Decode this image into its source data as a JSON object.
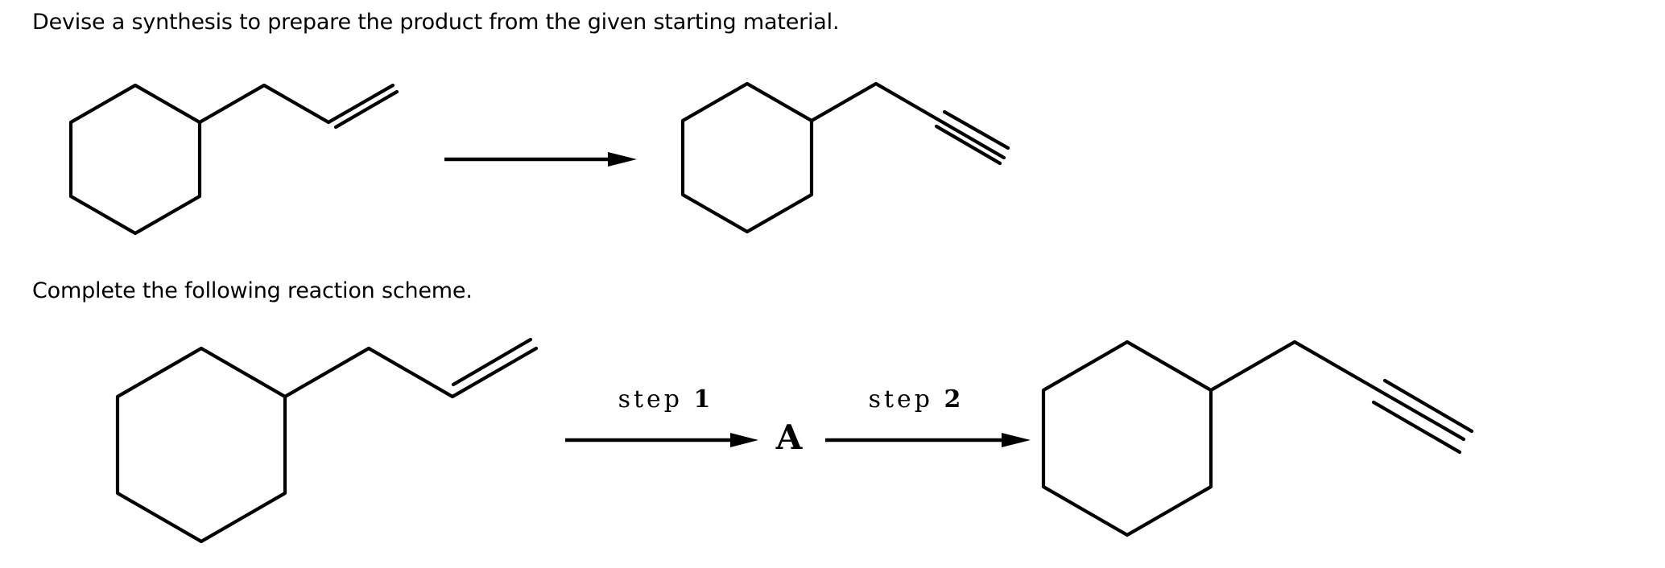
{
  "page": {
    "background_color": "#ffffff",
    "ink_color": "#000000"
  },
  "problem1": {
    "instruction": "Devise a synthesis to prepare the product from the given starting material.",
    "starting_material_name": "allylcyclohexane (cyclohexane ring with CH2-CH=CH2 chain)",
    "product_name": "prop-2-ynylcyclohexane (cyclohexane ring with CH2-C#CH chain)",
    "arrow_type": "single forward reaction arrow"
  },
  "problem2": {
    "instruction": "Complete the following reaction scheme.",
    "starting_material_name": "allylcyclohexane (cyclohexane ring with CH2-CH=CH2 chain)",
    "step1": {
      "word": "step",
      "number": "1"
    },
    "intermediate_label": "A",
    "step2": {
      "word": "step",
      "number": "2"
    },
    "product_name": "prop-2-ynylcyclohexane (cyclohexane ring with CH2-C#CH chain)"
  }
}
